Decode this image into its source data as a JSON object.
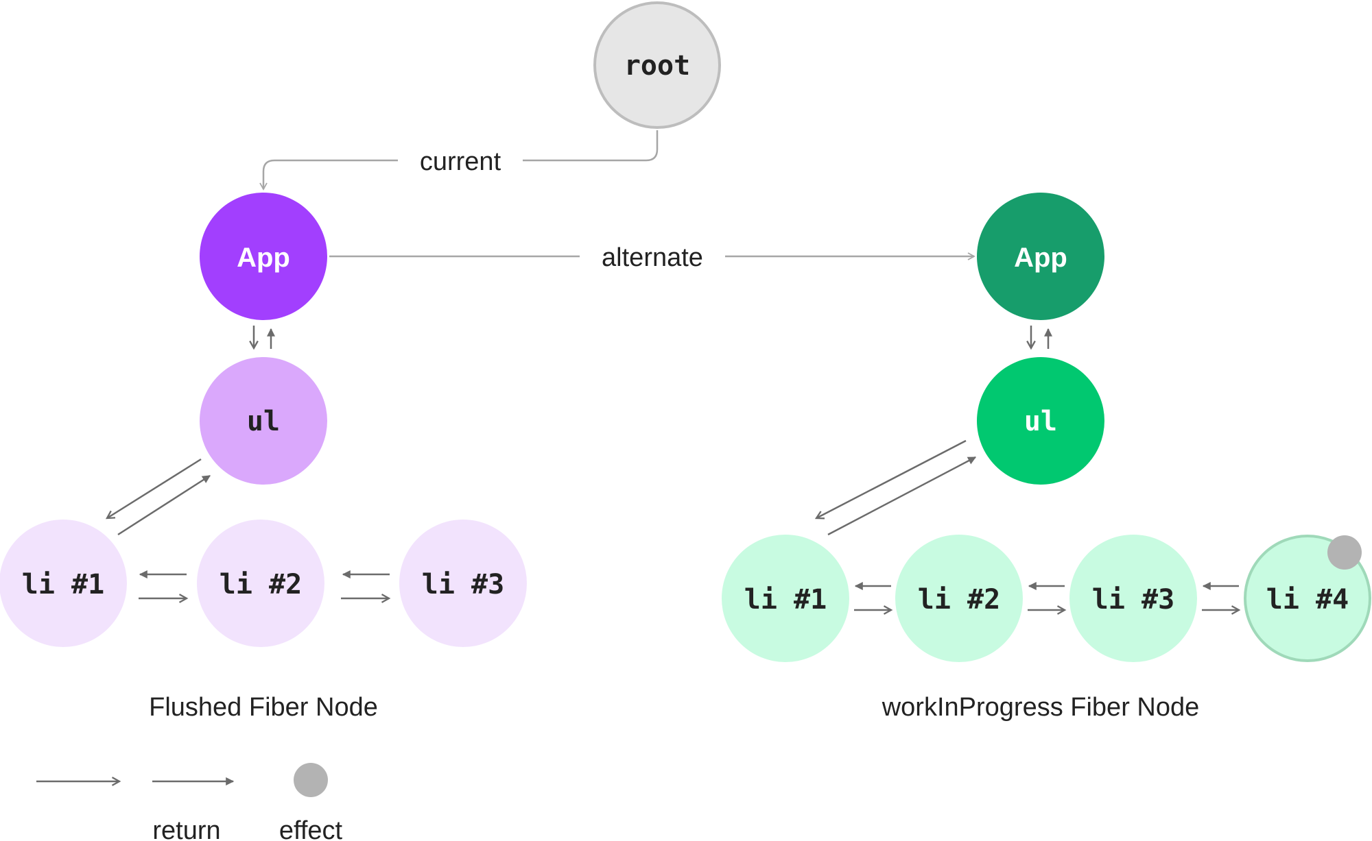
{
  "nodes": {
    "root": "root",
    "flushed": {
      "app": "App",
      "ul": "ul",
      "items": [
        "li #1",
        "li #2",
        "li #3"
      ]
    },
    "wip": {
      "app": "App",
      "ul": "ul",
      "items": [
        "li #1",
        "li #2",
        "li #3",
        "li #4"
      ]
    }
  },
  "edges": {
    "current_label": "current",
    "alternate_label": "alternate"
  },
  "groups": {
    "flushed_title": "Flushed Fiber Node",
    "wip_title": "workInProgress Fiber Node"
  },
  "legend": {
    "return_label": "return",
    "effect_label": "effect"
  },
  "colors": {
    "root_fill": "#e6e6e6",
    "root_stroke": "#bdbdbd",
    "flushed_app": "#a23ffe",
    "flushed_ul": "#daa8fc",
    "flushed_li": "#f2e3fd",
    "wip_app": "#179d6b",
    "wip_ul": "#01c870",
    "wip_li": "#c8fbe1",
    "wip_li_stroke": "#9fd9b9",
    "effect_dot": "#b3b3b3",
    "edge_light": "#a6a6a6",
    "edge_dark": "#6b6b6b",
    "text_dark": "#222222"
  }
}
